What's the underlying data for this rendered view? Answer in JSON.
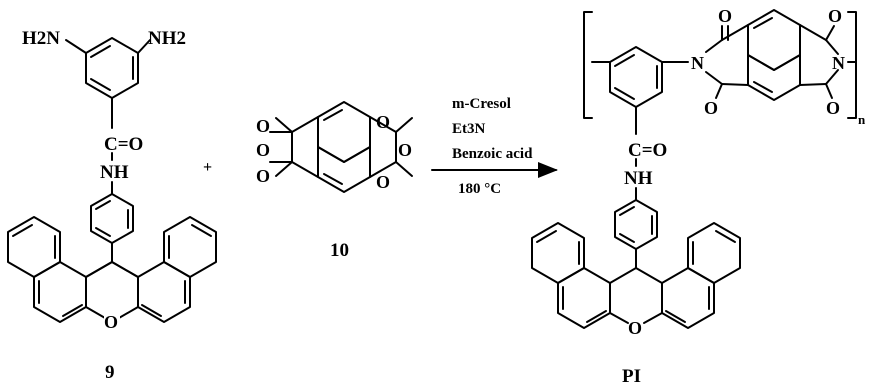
{
  "diagram": {
    "monomer_diamine": {
      "amine_left": "H2N",
      "amine_right": "NH2",
      "carbonyl": "C=O",
      "amide_nh": "NH",
      "xanthene_o": "O",
      "label": "9"
    },
    "plus_sign": "+",
    "monomer_dianhydride": {
      "carbonyl_o": "O",
      "label": "10"
    },
    "conditions": {
      "solvent": "m-Cresol",
      "base": "Et3N",
      "catalyst": "Benzoic acid",
      "temperature": "180 °C"
    },
    "polymer": {
      "imide_n": "N",
      "carbonyl_o": "O",
      "carbonyl": "C=O",
      "amide_nh": "NH",
      "xanthene_o": "O",
      "repeat_subscript": "n",
      "label": "PI"
    }
  }
}
